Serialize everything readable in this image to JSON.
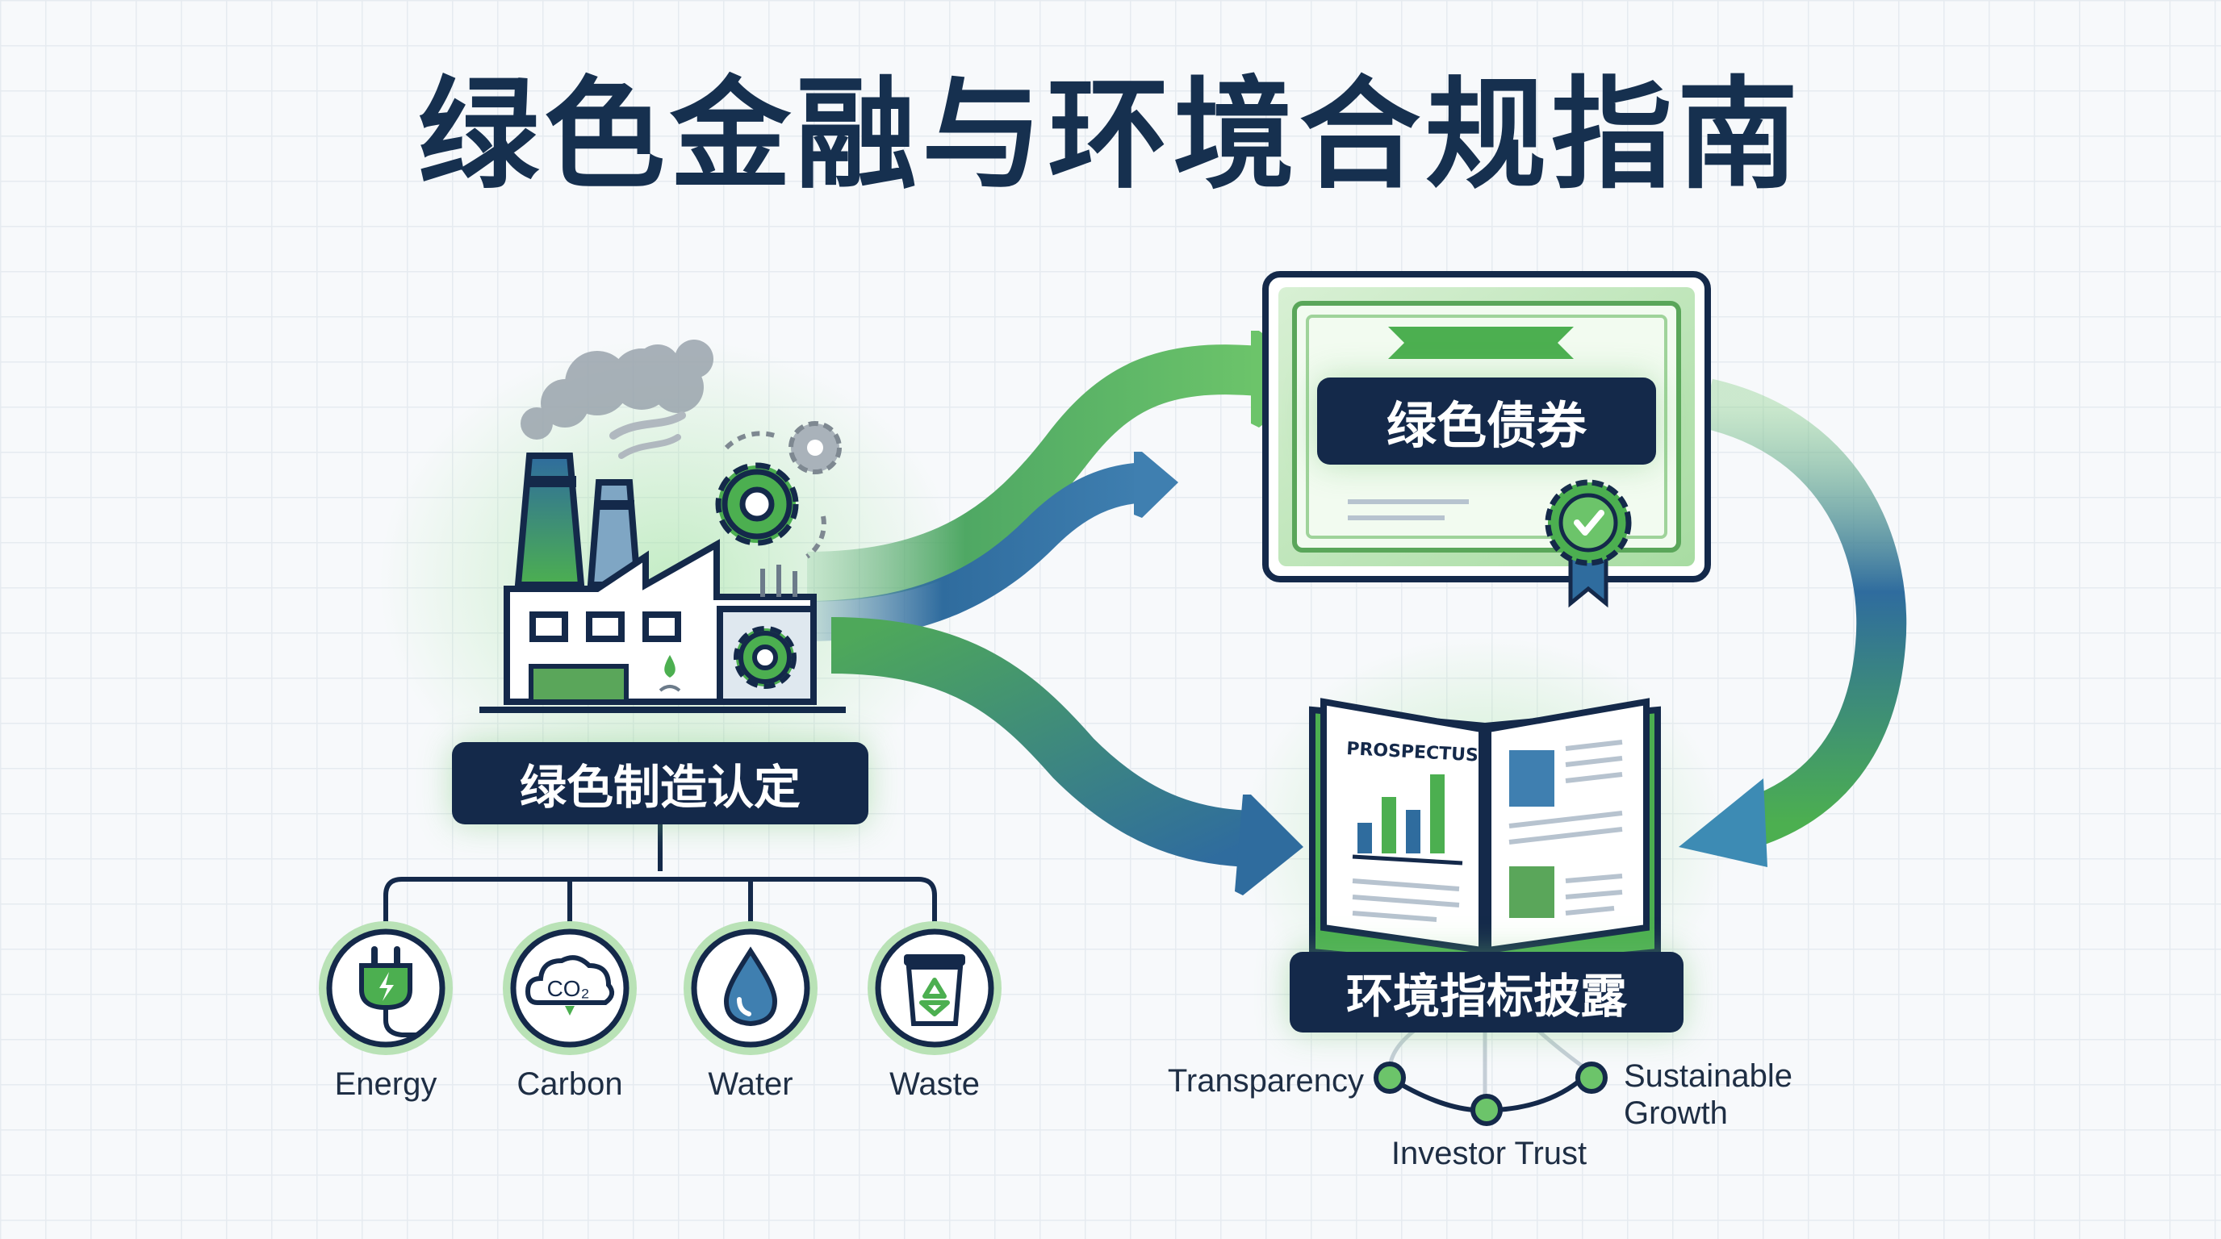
{
  "title": "绿色金融与环境合规指南",
  "nodes": {
    "manufacturing": {
      "label": "绿色制造认定"
    },
    "bond": {
      "label": "绿色债券"
    },
    "disclosure": {
      "label": "环境指标披露",
      "book_heading": "PROSPECTUS"
    }
  },
  "metrics": [
    {
      "label": "Energy",
      "icon": "plug-icon"
    },
    {
      "label": "Carbon",
      "icon": "co2-cloud-icon"
    },
    {
      "label": "Water",
      "icon": "water-drop-icon"
    },
    {
      "label": "Waste",
      "icon": "recycle-bin-icon"
    }
  ],
  "co2_text": "CO₂",
  "outcomes": {
    "transparency": "Transparency",
    "investor_trust": "Investor Trust",
    "sustainable_growth_1": "Sustainable",
    "sustainable_growth_2": "Growth"
  },
  "colors": {
    "navy": "#14294a",
    "green": "#4caf50",
    "light_green": "#7fd27a",
    "blue": "#2f6c9e",
    "title": "#16304f"
  }
}
